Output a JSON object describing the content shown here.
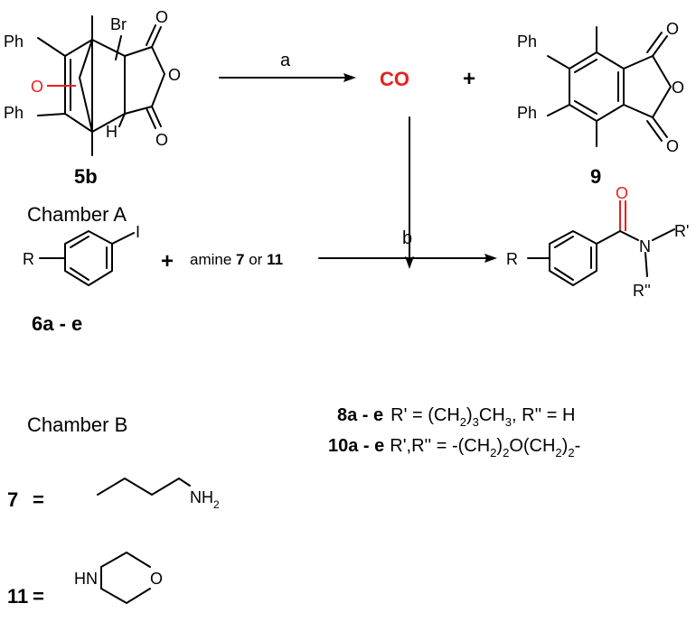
{
  "compounds": {
    "c5b": {
      "ph_top": "Ph",
      "ph_bottom": "Ph",
      "oxygen": "O",
      "br": "Br",
      "h": "H",
      "o_top": "O",
      "o_ring": "O",
      "o_bottom": "O",
      "label": "5b",
      "chamber": "Chamber A"
    },
    "c9": {
      "ph_top": "Ph",
      "ph_bottom": "Ph",
      "o_top": "O",
      "o_ring": "O",
      "o_bottom": "O",
      "label": "9"
    },
    "co": "CO",
    "plus1": "+",
    "c6": {
      "iodo": "I",
      "r": "R",
      "label": "6a - e",
      "chamber": "Chamber B"
    },
    "plus2": "+",
    "amine": {
      "prefix": "amine ",
      "n1": "7",
      "mid": " or ",
      "n2": "11"
    },
    "product": {
      "o": "O",
      "n": "N",
      "r": "R",
      "r1": "R'",
      "r2": "R''"
    },
    "c8": {
      "label": "8a - e",
      "t1": "R' = (CH",
      "s1": "2",
      "t2": ")",
      "s2": "3",
      "t3": "CH",
      "s3": "3",
      "t4": ", R'' = H"
    },
    "c10": {
      "label": "10a - e",
      "t1": "R',R'' = -(CH",
      "s1": "2",
      "t2": ")",
      "s2": "2",
      "t3": "O(CH",
      "s3": "2",
      "t4": ")",
      "s4": "2",
      "t5": "-"
    },
    "def7": {
      "num": "7",
      "eq": "=",
      "nh": "NH",
      "sub": "2"
    },
    "def11": {
      "num": "11",
      "eq": "=",
      "hn": "HN",
      "o": "O"
    }
  },
  "arrows": {
    "a": "a",
    "b": "b"
  },
  "colors": {
    "highlight": "#e8201c",
    "text": "#000000"
  }
}
